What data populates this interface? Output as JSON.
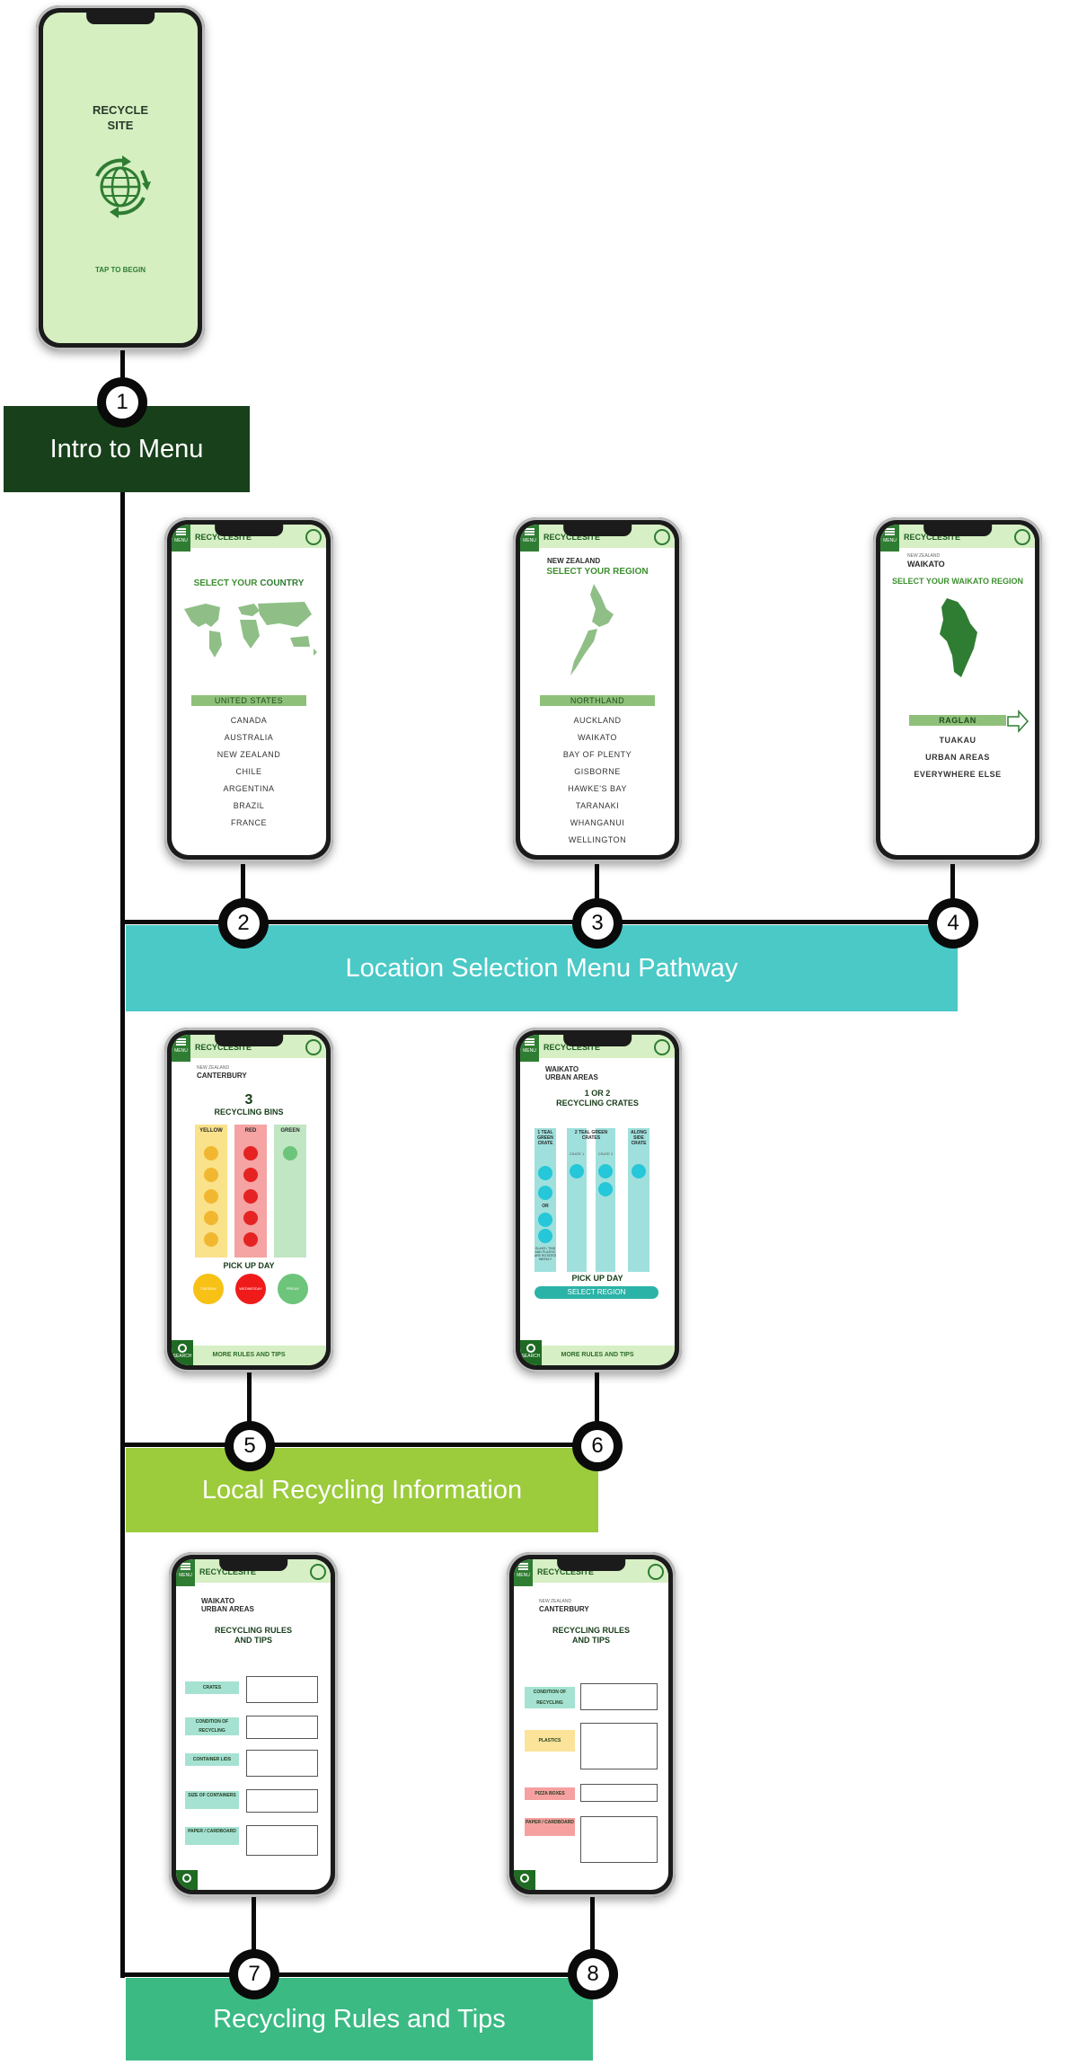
{
  "steps": [
    "1",
    "2",
    "3",
    "4",
    "5",
    "6",
    "7",
    "8"
  ],
  "bands": {
    "intro": "Intro to Menu",
    "location": "Location Selection Menu Pathway",
    "local": "Local Recycling Information",
    "rules": "Recycling Rules and Tips"
  },
  "colors": {
    "intro_band": "#18401b",
    "location_band": "#4ac9c6",
    "local_band": "#9ccb3c",
    "rules_band": "#3bba84",
    "splash_bg": "#d5efc1",
    "brand_green": "#2e7d32"
  },
  "splash": {
    "title_line1": "RECYCLE",
    "title_line2": "SITE",
    "cta": "TAP TO BEGIN"
  },
  "app": {
    "brand": "RECYCLESITE",
    "menu": "MENU",
    "search": "SEARCH",
    "more": "MORE RULES AND TIPS"
  },
  "screen2": {
    "title_a": "SELECT YOUR ",
    "title_b": "COUNTRY",
    "countries": [
      "UNITED STATES",
      "CANADA",
      "AUSTRALIA",
      "NEW ZEALAND",
      "CHILE",
      "ARGENTINA",
      "BRAZIL",
      "FRANCE"
    ]
  },
  "screen3": {
    "country": "NEW ZEALAND",
    "title": "SELECT YOUR REGION",
    "regions": [
      "NORTHLAND",
      "AUCKLAND",
      "WAIKATO",
      "BAY OF PLENTY",
      "GISBORNE",
      "HAWKE'S BAY",
      "TARANAKI",
      "WHANGANUI",
      "WELLINGTON"
    ]
  },
  "screen4": {
    "country": "NEW ZEALAND",
    "region": "WAIKATO",
    "title": "SELECT YOUR WAIKATO REGION",
    "areas": [
      "RAGLAN",
      "TUAKAU",
      "URBAN AREAS",
      "EVERYWHERE ELSE"
    ]
  },
  "screen5": {
    "country": "NEW ZEALAND",
    "region": "CANTERBURY",
    "count": "3",
    "heading": "RECYCLING BINS",
    "bins": [
      "YELLOW",
      "RED",
      "GREEN"
    ],
    "pickup": "PICK UP DAY",
    "days": [
      "TUESDAY",
      "WEDNESDAY",
      "FRIDAY"
    ]
  },
  "screen6": {
    "region": "WAIKATO",
    "area": "URBAN AREAS",
    "heading1": "1 OR 2",
    "heading2": "RECYCLING CRATES",
    "cols": [
      "1 TEAL GREEN CRATE",
      "2 TEAL GREEN CRATES",
      "ALONG SIDE CRATE"
    ],
    "or": "OR",
    "note": "GLASS / TINS AND PLASTIC ARE ROTATED WEEKLY",
    "crate1": "CRATE 1",
    "crate2": "CRATE 2",
    "pickup": "PICK UP DAY",
    "button": "SELECT REGION"
  },
  "screen7": {
    "region": "WAIKATO",
    "area": "URBAN AREAS",
    "heading1": "RECYCLING RULES",
    "heading2": "AND TIPS",
    "rules": [
      "CRATES",
      "CONDITION OF RECYCLING",
      "CONTAINER LIDS",
      "SIZE OF CONTAINERS",
      "PAPER / CARDBOARD"
    ]
  },
  "screen8": {
    "country": "NEW ZEALAND",
    "region": "CANTERBURY",
    "heading1": "RECYCLING RULES",
    "heading2": "AND TIPS",
    "rules": [
      "CONDITION OF RECYCLING",
      "PLASTICS",
      "PIZZA BOXES",
      "PAPER / CARDBOARD"
    ]
  }
}
